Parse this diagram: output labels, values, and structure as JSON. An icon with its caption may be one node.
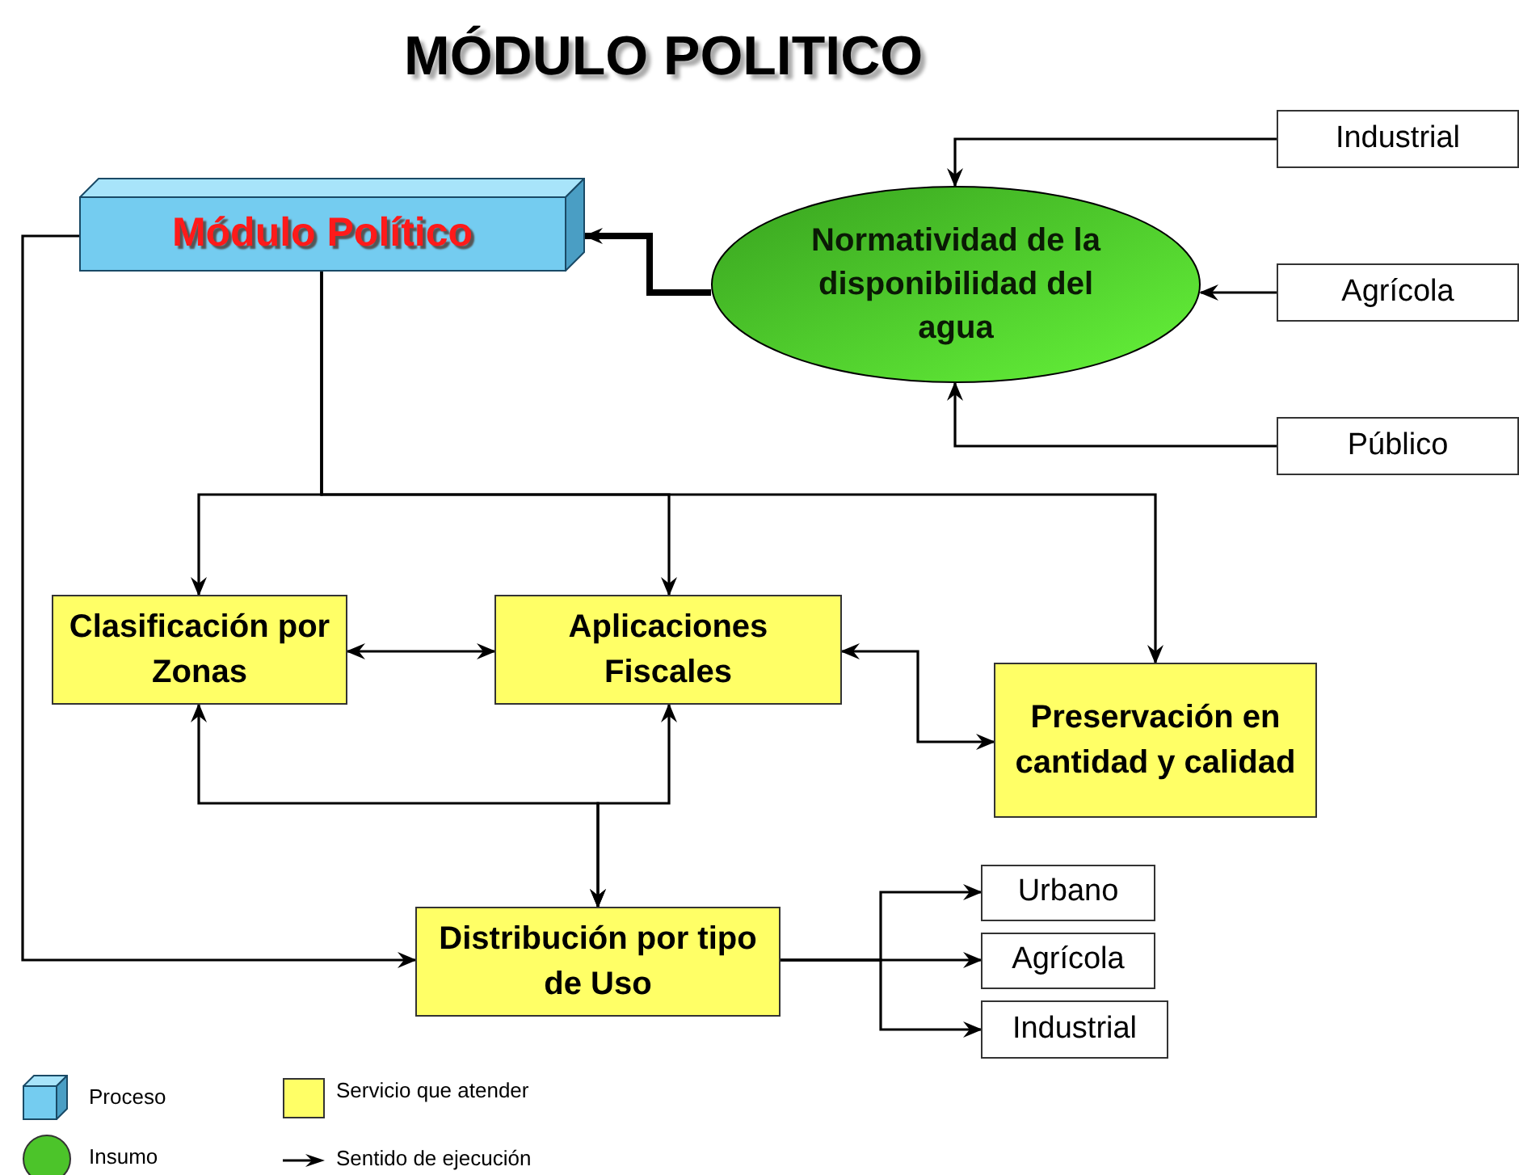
{
  "diagram": {
    "title": "MÓDULO POLITICO",
    "nodes": [
      {
        "text": [
          "Módulo Político"
        ]
      },
      {
        "text": [
          "Normatividad de la disponibilidad del agua"
        ]
      },
      {
        "text": [
          "Industrial"
        ]
      },
      {
        "text": [
          "Agrícola"
        ]
      },
      {
        "text": [
          "Público"
        ]
      },
      {
        "text": [
          "Clasificación por Zonas"
        ]
      },
      {
        "text": [
          "Aplicaciones Fiscales"
        ]
      },
      {
        "text": [
          "Preservación en cantidad y calidad"
        ]
      },
      {
        "text": [
          "Distribución por tipo de Uso"
        ]
      },
      {
        "text": [
          "Urbano"
        ]
      },
      {
        "text": [
          "Agrícola"
        ]
      },
      {
        "text": [
          "Industrial"
        ]
      }
    ],
    "edges": [
      {
        "from": 2,
        "to": 1,
        "arrow": "to"
      },
      {
        "from": 3,
        "to": 1,
        "arrow": "to"
      },
      {
        "from": 4,
        "to": 1,
        "arrow": "to"
      },
      {
        "from": 1,
        "to": 0,
        "arrow": "to",
        "style": "thick"
      },
      {
        "from": 0,
        "to": 5,
        "arrow": "to"
      },
      {
        "from": 0,
        "to": 6,
        "arrow": "to"
      },
      {
        "from": 0,
        "to": 7,
        "arrow": "to"
      },
      {
        "from": 5,
        "to": 6,
        "arrow": "both"
      },
      {
        "from": 6,
        "to": 7,
        "arrow": "both"
      },
      {
        "from": 5,
        "to": 8,
        "arrow": "both"
      },
      {
        "from": 6,
        "to": 8,
        "arrow": "both"
      },
      {
        "from": 0,
        "to": 8,
        "arrow": "to"
      },
      {
        "from": 8,
        "to": 9,
        "arrow": "to"
      },
      {
        "from": 8,
        "to": 10,
        "arrow": "to"
      },
      {
        "from": 8,
        "to": 11,
        "arrow": "to"
      }
    ],
    "legend": [
      {
        "text": "Proceso"
      },
      {
        "text": "Servicio que atender",
        "color": "#ffff66"
      },
      {
        "text": "Insumo",
        "color": "#4cc42a"
      },
      {
        "text": "Sentido de ejecución"
      }
    ]
  }
}
